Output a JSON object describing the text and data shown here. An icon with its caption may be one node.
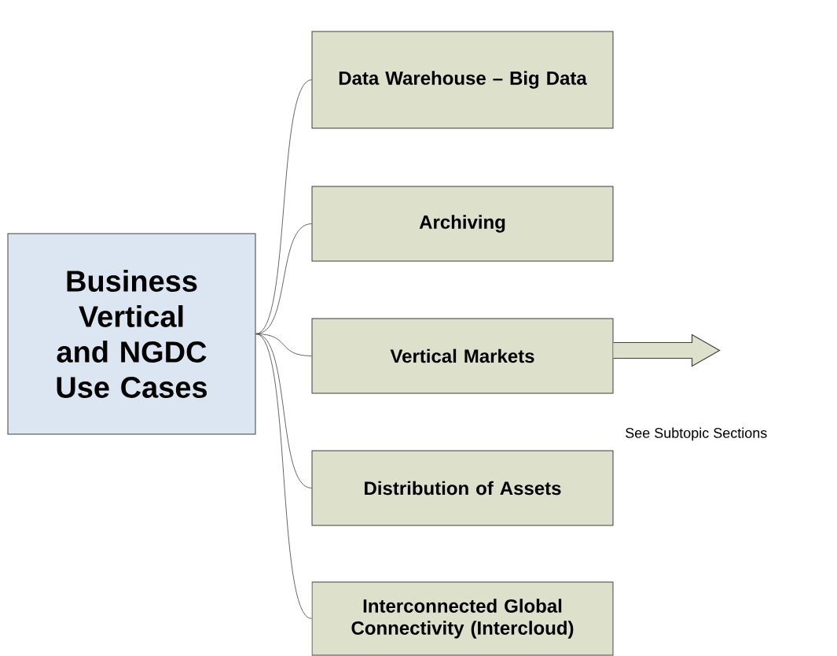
{
  "diagram": {
    "nodes": [
      {
        "text": [
          "Business Vertical and NGDC Use Cases"
        ]
      },
      {
        "text": [
          "Data Warehouse – Big Data"
        ]
      },
      {
        "text": [
          "Archiving"
        ]
      },
      {
        "text": [
          "Vertical Markets"
        ]
      },
      {
        "text": [
          "Distribution of Assets"
        ]
      },
      {
        "text": [
          "Interconnected Global Connectivity (Intercloud)"
        ]
      }
    ],
    "edges": [
      {
        "from": 0,
        "to": 1,
        "arrow": "none"
      },
      {
        "from": 0,
        "to": 2,
        "arrow": "none"
      },
      {
        "from": 0,
        "to": 3,
        "arrow": "none"
      },
      {
        "from": 0,
        "to": 4,
        "arrow": "none"
      },
      {
        "from": 0,
        "to": 5,
        "arrow": "none"
      },
      {
        "from": 3,
        "to": null,
        "arrow": "to",
        "style": "thick"
      }
    ],
    "labels": [
      "See Subtopic Sections"
    ]
  }
}
